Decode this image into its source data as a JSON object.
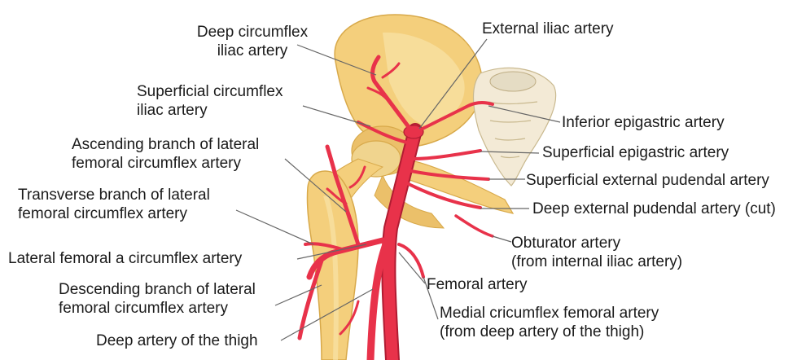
{
  "labels": {
    "deep_circumflex_iliac": "Deep circumflex\niliac artery",
    "superficial_circumflex_iliac": "Superficial circumflex\niliac artery",
    "ascending_branch": "Ascending branch of lateral\nfemoral circumflex artery",
    "transverse_branch": "Transverse branch of lateral\nfemoral circumflex artery",
    "lateral_femoral": "Lateral femoral a circumflex artery",
    "descending_branch": "Descending branch of lateral\nfemoral circumflex artery",
    "deep_artery_thigh": "Deep artery of the thigh",
    "external_iliac": "External iliac artery",
    "inferior_epigastric": "Inferior epigastric artery",
    "superficial_epigastric": "Superficial epigastric artery",
    "superficial_external_pudendal": "Superficial external pudendal artery",
    "deep_external_pudendal": "Deep external pudendal artery (cut)",
    "obturator": "Obturator artery\n(from internal iliac artery)",
    "femoral": "Femoral artery",
    "medial_circumflex": "Medial cricumflex femoral artery\n(from deep artery of the thigh)"
  },
  "colors": {
    "bone": "#f4cf7c",
    "bone_light": "#f8e2a6",
    "bone_dark": "#d8a94a",
    "artery": "#e8324a",
    "artery_dark": "#b01c32",
    "sacrum": "#f3ead6",
    "leader": "#666666"
  }
}
